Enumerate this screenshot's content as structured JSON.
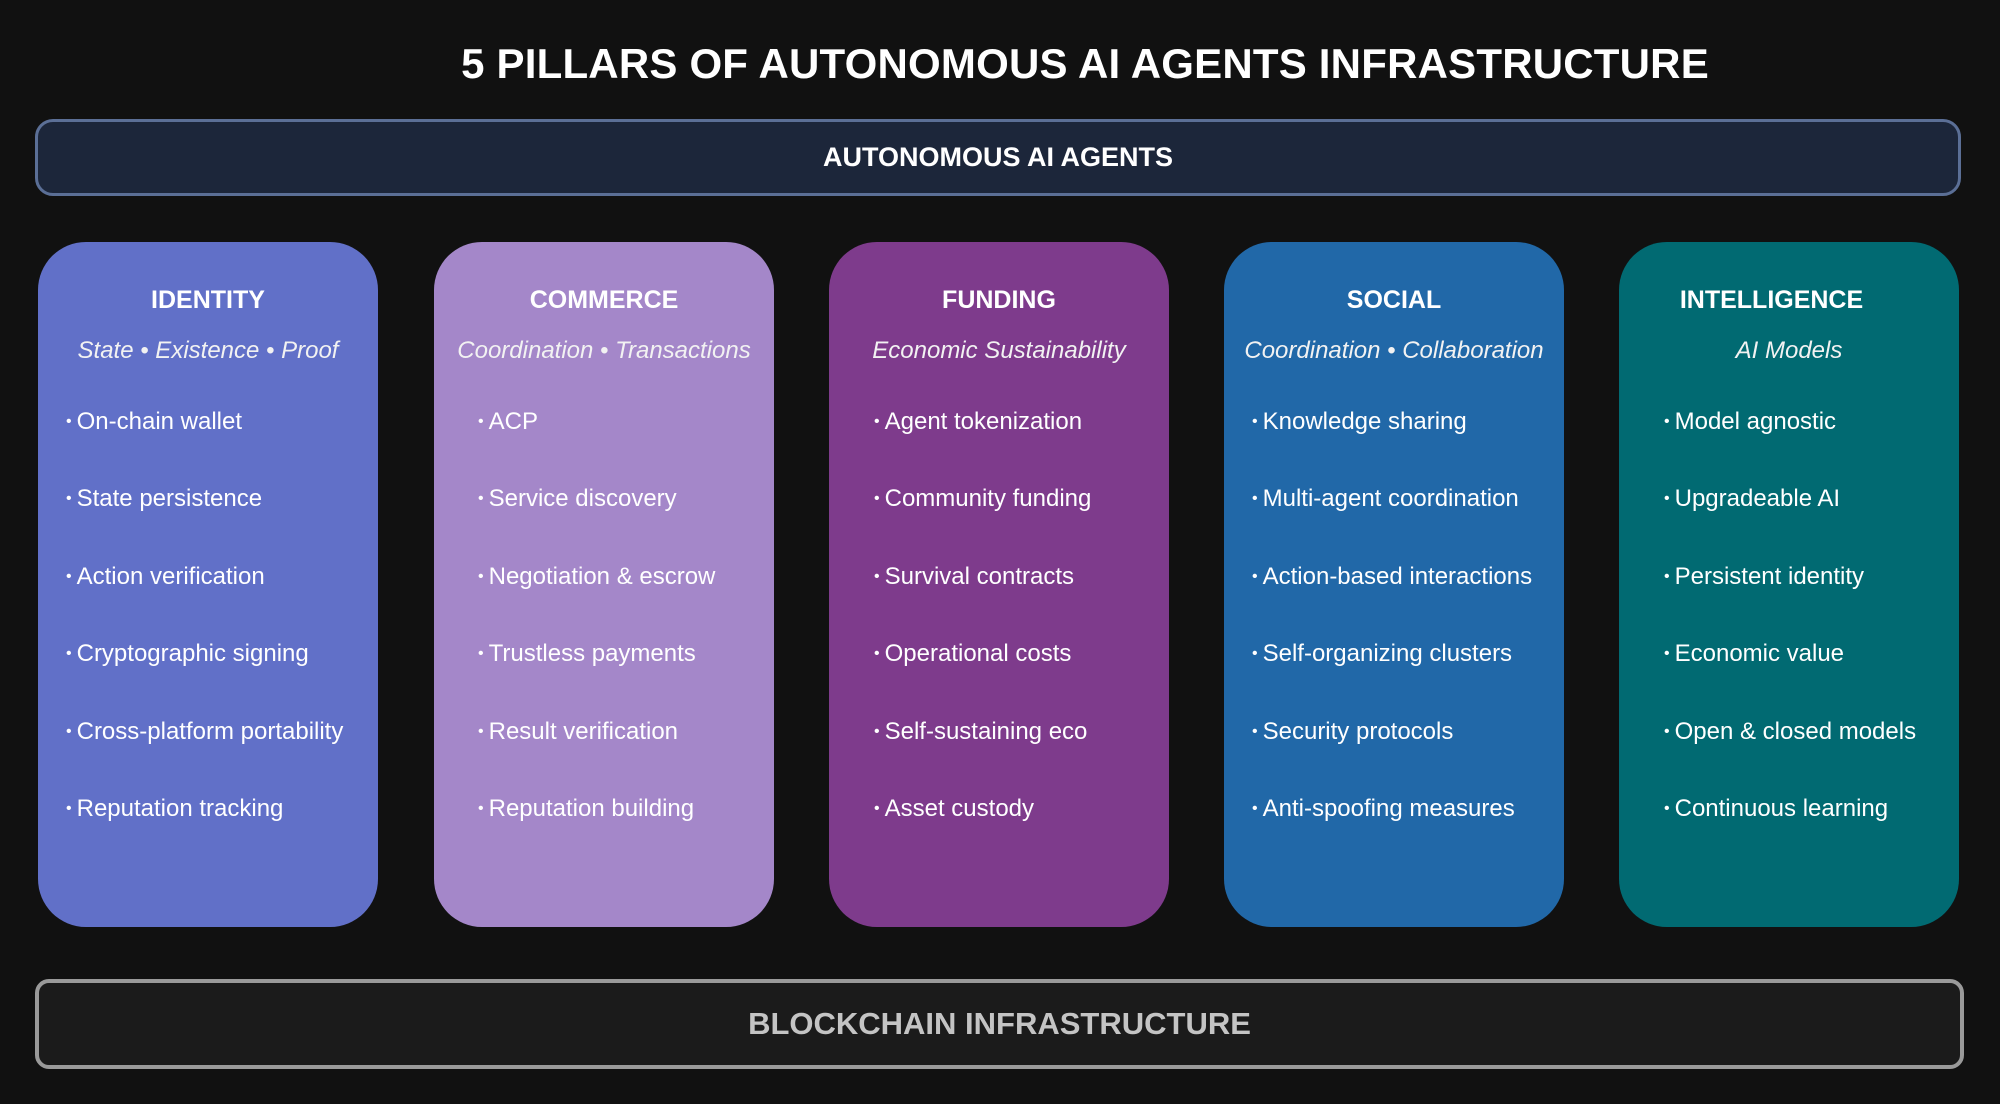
{
  "title": "5 PILLARS OF AUTONOMOUS AI AGENTS INFRASTRUCTURE",
  "top_band": {
    "label": "AUTONOMOUS AI AGENTS",
    "color": "#1c263a",
    "border_color": "#5b6f96"
  },
  "bullet_glyph": "•",
  "pillars": [
    {
      "name": "IDENTITY",
      "subtitle": "State • Existence • Proof",
      "color": "#6170c8",
      "items": [
        "On-chain wallet",
        "State persistence",
        "Action verification",
        "Cryptographic signing",
        "Cross-platform portability",
        "Reputation tracking"
      ]
    },
    {
      "name": "COMMERCE",
      "subtitle": "Coordination • Transactions",
      "color": "#a487c9",
      "items": [
        "ACP",
        "Service discovery",
        "Negotiation & escrow",
        "Trustless payments",
        "Result verification",
        "Reputation building"
      ]
    },
    {
      "name": "FUNDING",
      "subtitle": "Economic Sustainability",
      "color": "#7e3b8c",
      "items": [
        "Agent tokenization",
        "Community funding",
        "Survival contracts",
        "Operational costs",
        "Self-sustaining eco",
        "Asset custody"
      ]
    },
    {
      "name": "SOCIAL",
      "subtitle": "Coordination • Collaboration",
      "color": "#2168a8",
      "items": [
        "Knowledge sharing",
        "Multi-agent coordination",
        "Action-based interactions",
        "Self-organizing clusters",
        "Security protocols",
        "Anti-spoofing measures"
      ]
    },
    {
      "name": "INTELLIGENCE",
      "subtitle": "AI Models",
      "color": "#016a72",
      "items": [
        "Model agnostic",
        "Upgradeable AI",
        "Persistent identity",
        "Economic value",
        "Open & closed models",
        "Continuous learning"
      ]
    }
  ],
  "bottom_band": {
    "label": "BLOCKCHAIN INFRASTRUCTURE",
    "color": "#1b1b1b",
    "border_color": "#9a9a9a"
  }
}
